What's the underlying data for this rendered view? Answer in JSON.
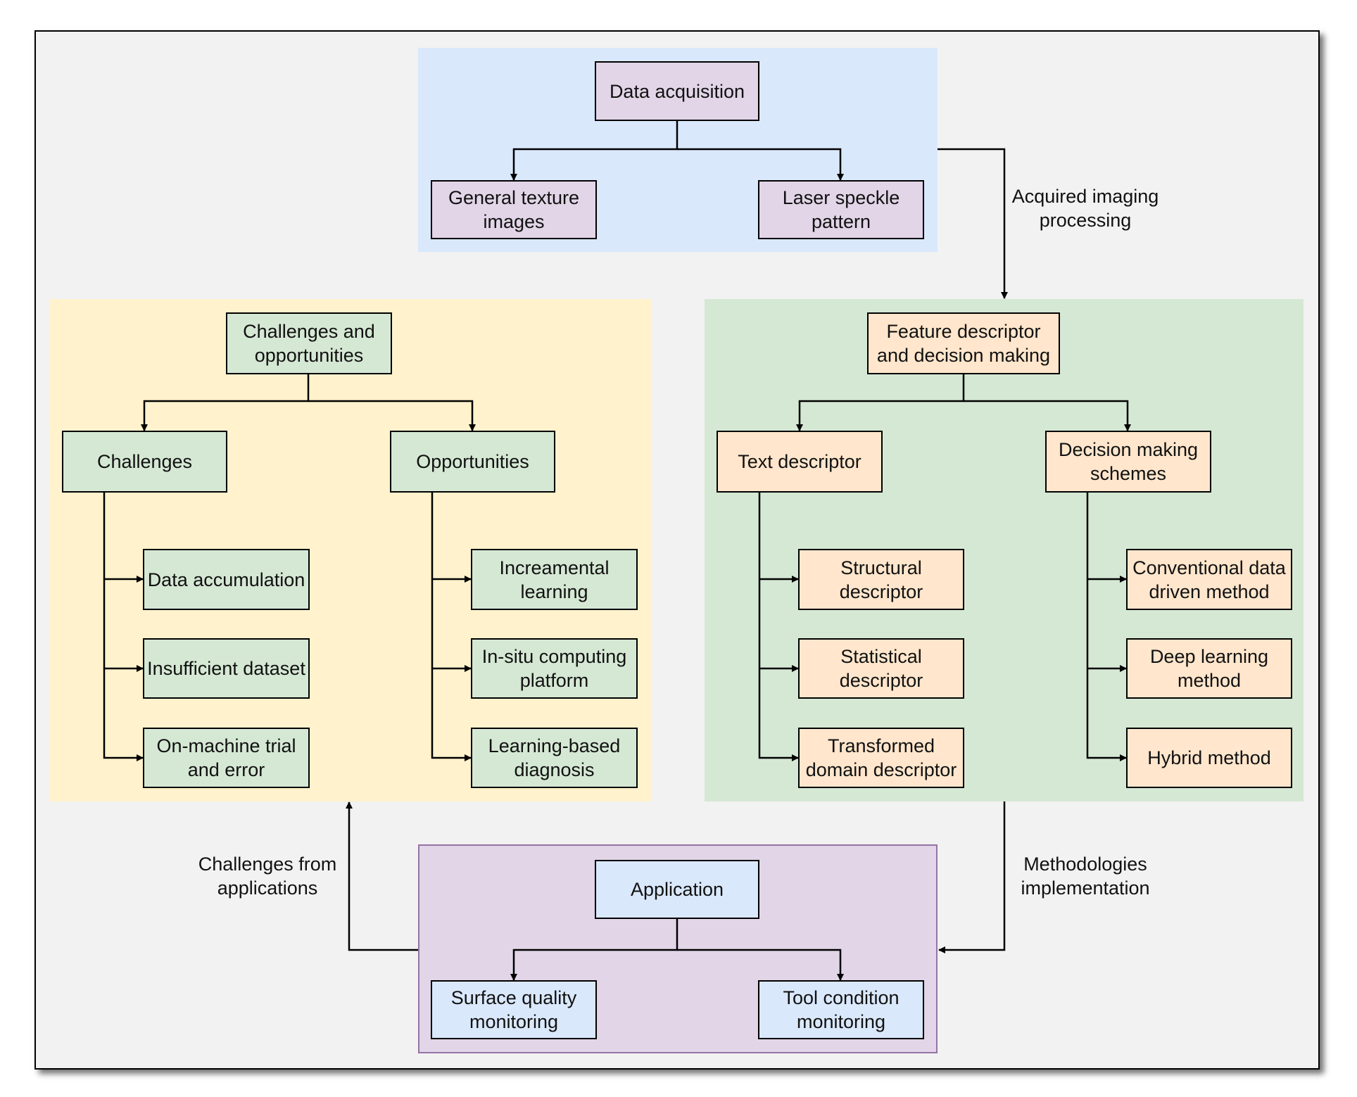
{
  "acquisition": {
    "title": "Data acquisition",
    "children": [
      "General texture\nimages",
      "Laser speckle\npattern"
    ]
  },
  "challenges": {
    "title": "Challenges and\nopportunities",
    "challenges_title": "Challenges",
    "challenges_items": [
      "Data accumulation",
      "Insufficient dataset",
      "On-machine trial\nand error"
    ],
    "opportunities_title": "Opportunities",
    "opportunities_items": [
      "Increamental\nlearning",
      "In-situ computing\nplatform",
      "Learning-based\ndiagnosis"
    ]
  },
  "features": {
    "title": "Feature descriptor\nand decision making",
    "text_title": "Text descriptor",
    "text_items": [
      "Structural\ndescriptor",
      "Statistical\ndescriptor",
      "Transformed\ndomain descriptor"
    ],
    "decision_title": "Decision making\nschemes",
    "decision_items": [
      "Conventional data\ndriven method",
      "Deep learning\nmethod",
      "Hybrid method"
    ]
  },
  "application": {
    "title": "Application",
    "children": [
      "Surface quality\nmonitoring",
      "Tool condition\nmonitoring"
    ]
  },
  "edge_labels": {
    "acquired": "Acquired imaging\nprocessing",
    "methodologies": "Methodologies\nimplementation",
    "challenges_from": "Challenges from\napplications"
  },
  "colors": {
    "acquisition_region": "#dae8fc",
    "challenges_region": "#fff2cc",
    "features_region": "#d5e8d4",
    "application_region": "#e1d5e7"
  }
}
